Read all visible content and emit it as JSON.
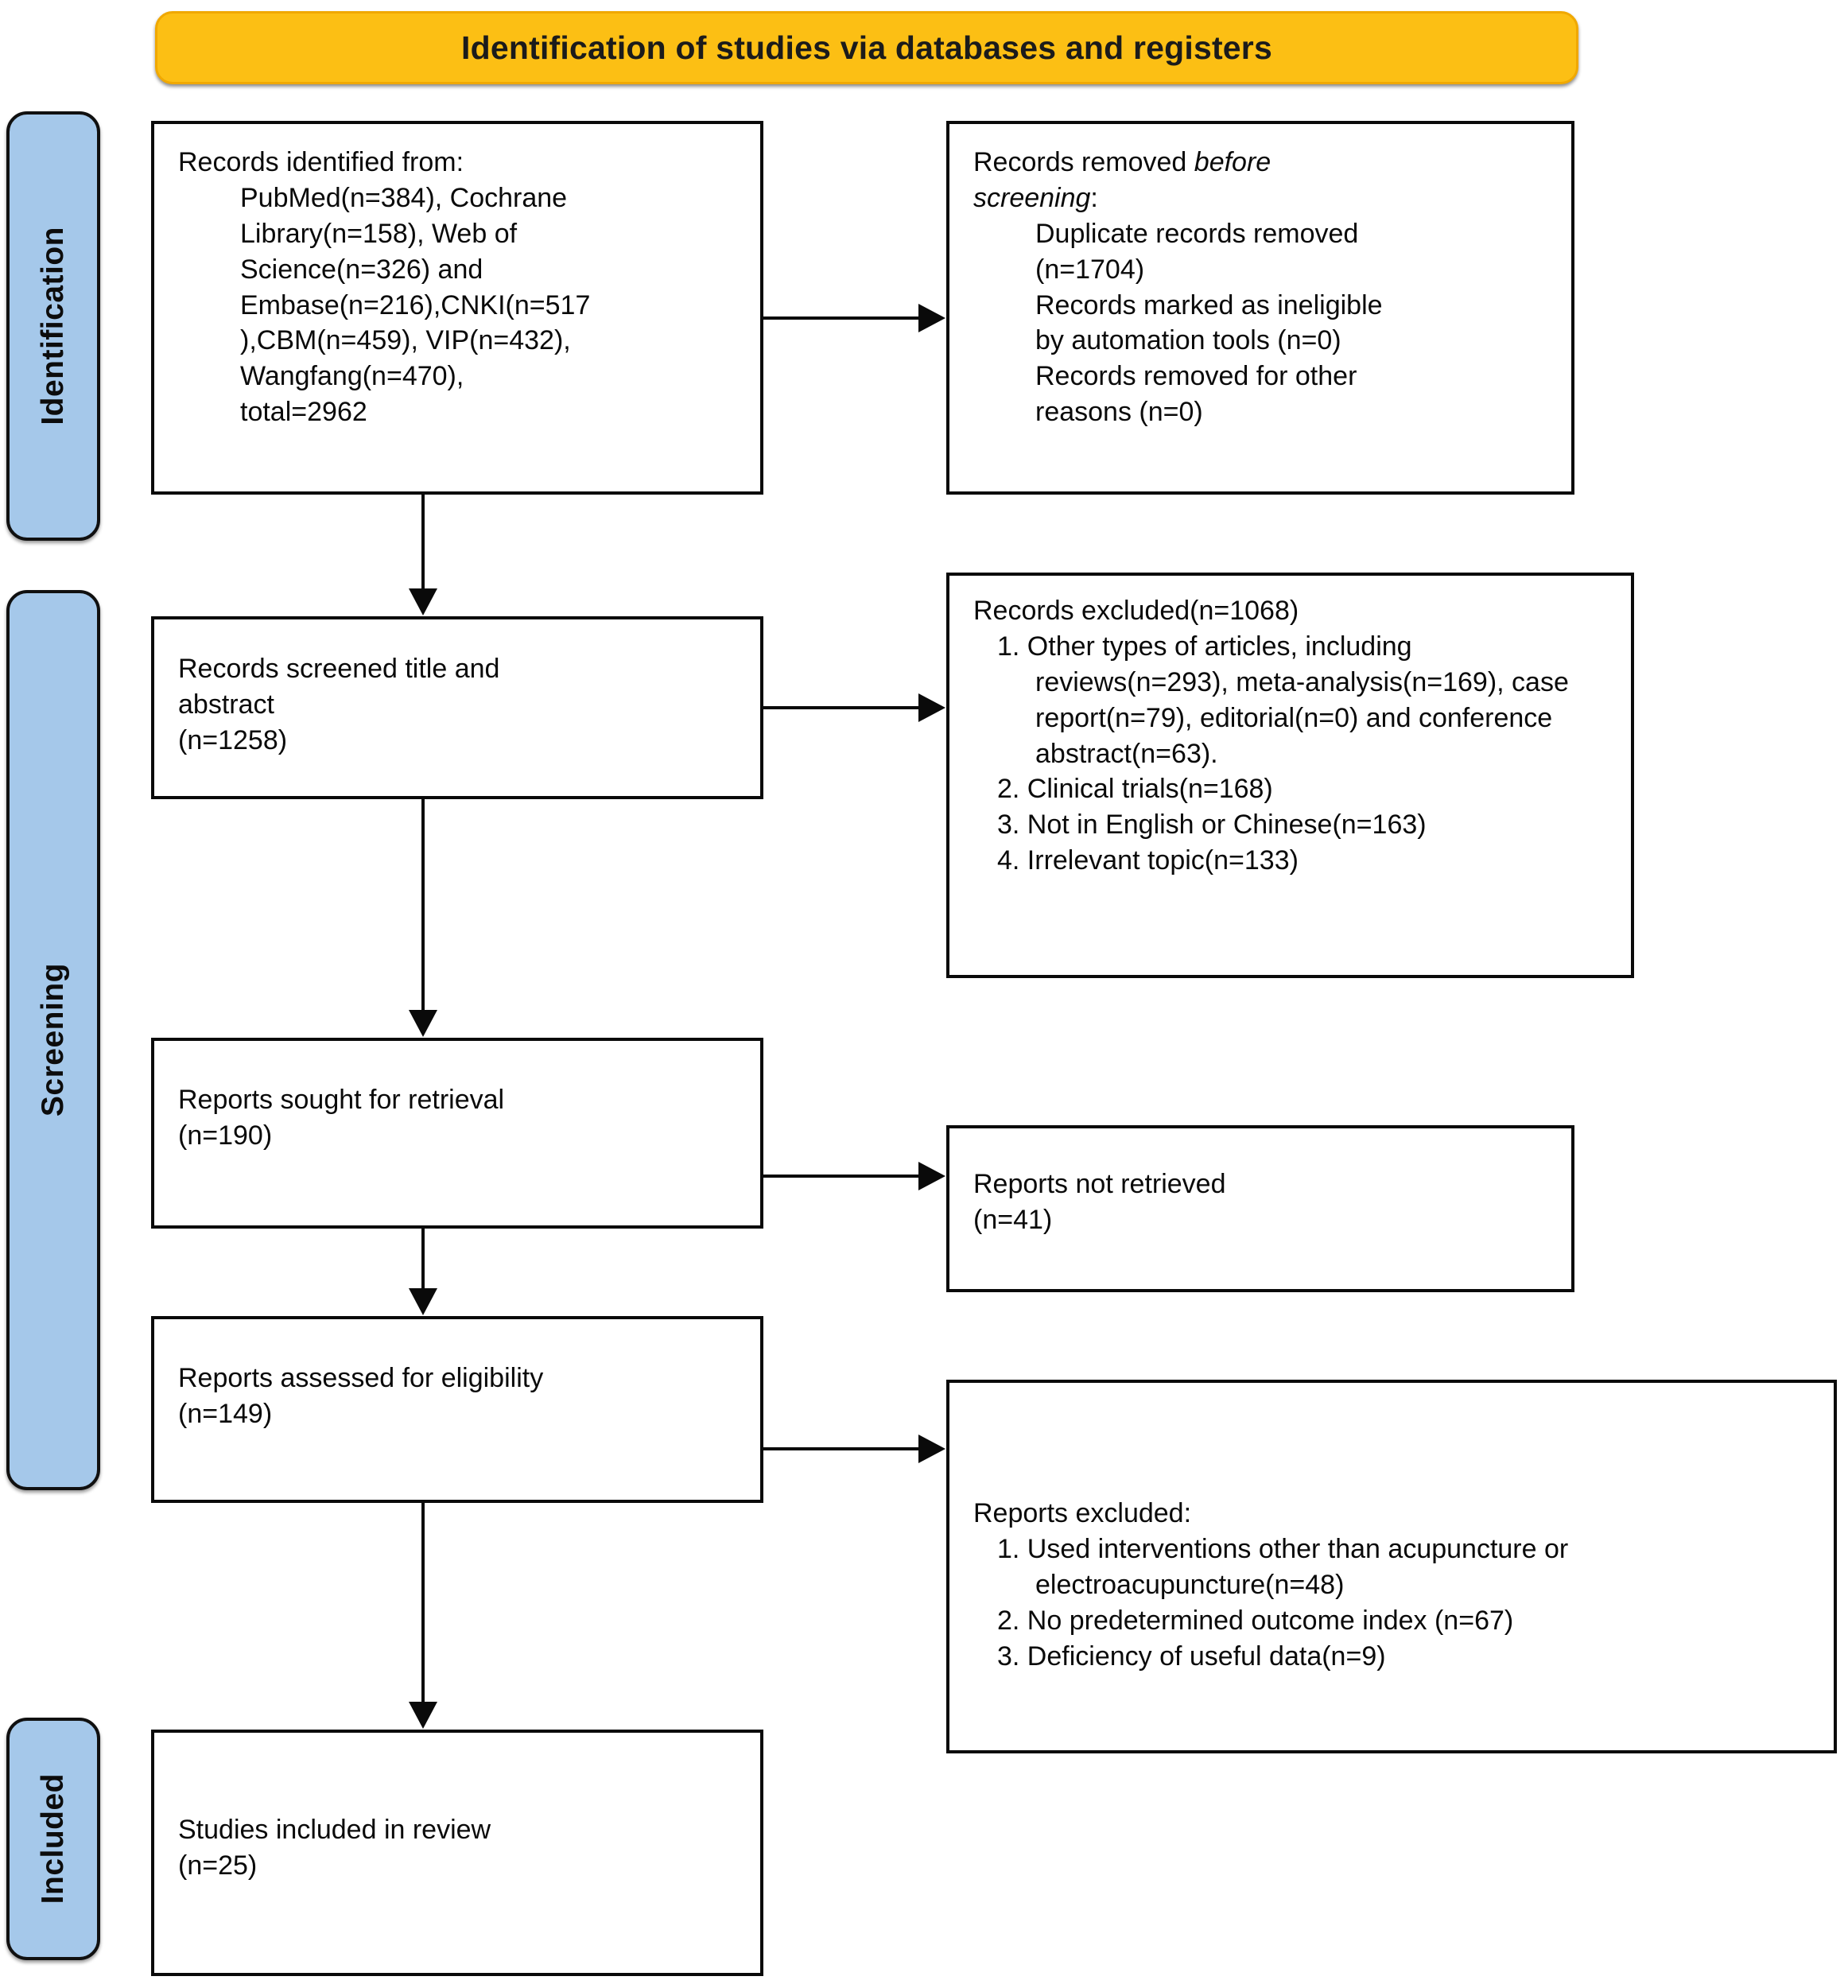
{
  "banner": {
    "title": "Identification of studies via databases and registers"
  },
  "rails": [
    {
      "id": "identification",
      "label": "Identification"
    },
    {
      "id": "screening",
      "label": "Screening"
    },
    {
      "id": "included",
      "label": "Included"
    }
  ],
  "boxes": {
    "identified": {
      "title": "Records identified from:",
      "lines": [
        "PubMed(n=384), Cochrane",
        "Library(n=158), Web of",
        "Science(n=326) and",
        "Embase(n=216),CNKI(n=517",
        "),CBM(n=459), VIP(n=432),",
        "Wangfang(n=470),",
        "total=2962"
      ]
    },
    "removed_before_screening": {
      "title_plain": "Records removed ",
      "title_italic": "before",
      "subtitle_italic": "screening",
      "subtitle_colon": ":",
      "lines": [
        "Duplicate records removed",
        "(n=1704)",
        "Records marked as ineligible",
        "by automation tools (n=0)",
        "Records removed for other",
        "reasons (n=0)"
      ]
    },
    "screened": {
      "lines": [
        "Records screened title and",
        "abstract",
        "(n=1258)"
      ]
    },
    "records_excluded": {
      "title": "Records excluded(n=1068)",
      "items": [
        "1. Other types of articles, including reviews(n=293), meta-analysis(n=169), case report(n=79), editorial(n=0) and conference abstract(n=63).",
        "2. Clinical trials(n=168)",
        "3. Not in English or Chinese(n=163)",
        "4. Irrelevant topic(n=133)"
      ]
    },
    "sought": {
      "lines": [
        "Reports sought for retrieval",
        "(n=190)"
      ]
    },
    "not_retrieved": {
      "lines": [
        "Reports not retrieved",
        "(n=41)"
      ]
    },
    "assessed": {
      "lines": [
        "Reports assessed for eligibility",
        "(n=149)"
      ]
    },
    "reports_excluded": {
      "title": "Reports excluded:",
      "items": [
        "1. Used interventions other than acupuncture or electroacupuncture(n=48)",
        "2. No predetermined outcome index (n=67)",
        "3. Deficiency of useful data(n=9)"
      ]
    },
    "included": {
      "lines": [
        "Studies included in review",
        "(n=25)"
      ]
    }
  },
  "colors": {
    "banner_fill": "#fcbf14",
    "rail_fill": "#a5c8ea",
    "box_border": "#0a0a0a",
    "text": "#0a0a0a"
  }
}
